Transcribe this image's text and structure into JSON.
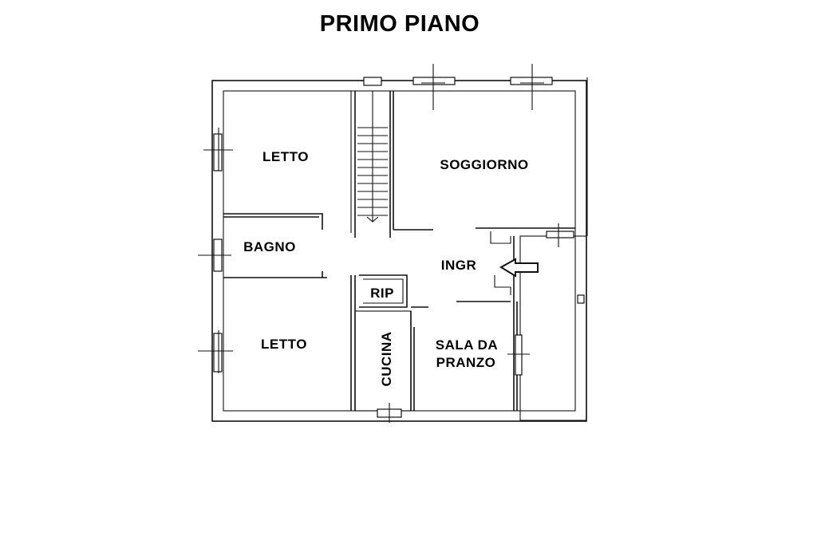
{
  "plan": {
    "title": "PRIMO PIANO",
    "rooms": {
      "letto_top": "LETTO",
      "soggiorno": "SOGGIORNO",
      "bagno": "BAGNO",
      "ingr": "INGR",
      "rip": "RIP",
      "letto_bottom": "LETTO",
      "cucina": "CUCINA",
      "sala_line1": "SALA DA",
      "sala_line2": "PRANZO"
    }
  }
}
